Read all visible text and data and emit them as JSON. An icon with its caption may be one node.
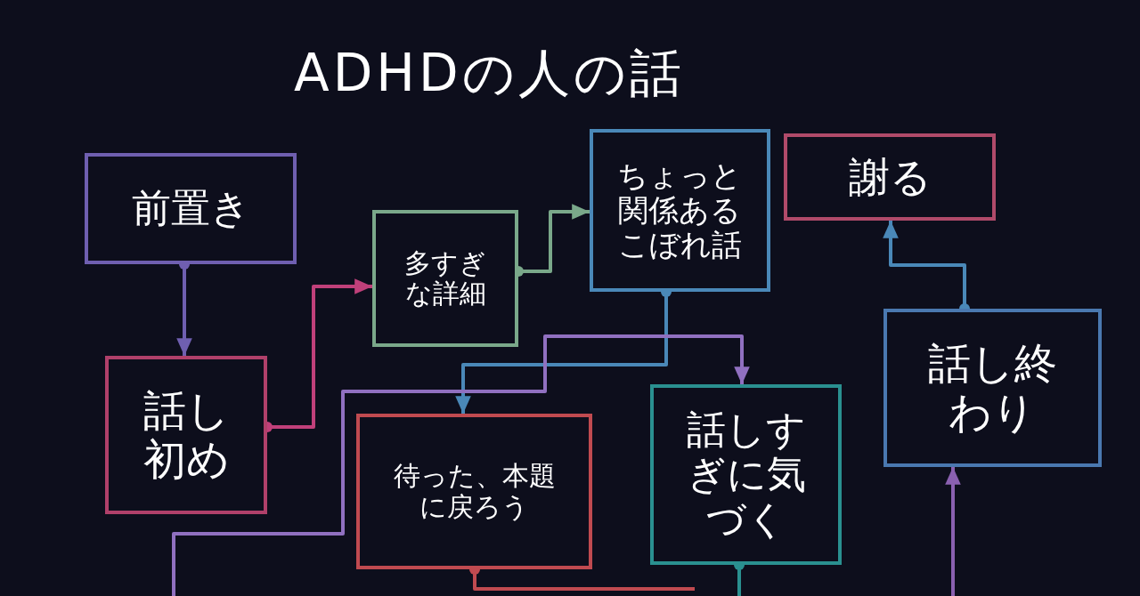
{
  "diagram": {
    "title": "ADHDの人の話",
    "nodes": [
      {
        "text": [
          "前置き"
        ]
      },
      {
        "text": [
          "話し初め"
        ]
      },
      {
        "text": [
          "多すぎな詳細"
        ]
      },
      {
        "text": [
          "ちょっと関係あるこぼれ話"
        ]
      },
      {
        "text": [
          "謝る"
        ]
      },
      {
        "text": [
          "待った、本題に戻ろう"
        ]
      },
      {
        "text": [
          "話しすぎに気づく"
        ]
      },
      {
        "text": [
          "話し終わり"
        ]
      }
    ],
    "edges": [
      {
        "from": 0,
        "to": 1,
        "arrow": "to",
        "color": "#6f5fb0"
      },
      {
        "from": 1,
        "to": 2,
        "arrow": "to",
        "color": "#c0407a"
      },
      {
        "from": 2,
        "to": 3,
        "arrow": "to",
        "color": "#7aa88a"
      },
      {
        "from": 3,
        "to": 5,
        "arrow": "to",
        "color": "#4a88b8"
      },
      {
        "from": null,
        "to": 6,
        "arrow": "to",
        "color": "#9070c0"
      },
      {
        "from": 5,
        "to": null,
        "arrow": "other",
        "color": "#c04a50"
      },
      {
        "from": 6,
        "to": null,
        "arrow": "other",
        "color": "#2a9090"
      },
      {
        "from": null,
        "to": 7,
        "arrow": "to",
        "color": "#8a60b0"
      },
      {
        "from": 7,
        "to": 4,
        "arrow": "to",
        "color": "#4a88b8"
      }
    ]
  }
}
